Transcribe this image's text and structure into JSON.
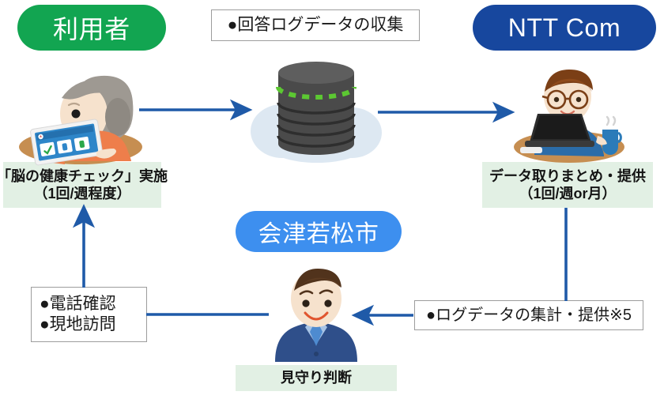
{
  "diagram": {
    "title_user": "利用者",
    "title_ntt": "NTT Com",
    "title_city": "会津若松市",
    "colors": {
      "user_badge": "#12A551",
      "ntt_badge": "#17479E",
      "city_badge": "#3D8FEF",
      "arrow": "#1F5AA8",
      "green_label_bg": "#E2F0E4",
      "database": "#4D4D4D",
      "database_ring": "#5CC832",
      "cloud": "#DDE8F2"
    },
    "boxes": {
      "collect": "●回答ログデータの収集",
      "contact_line1": "●電話確認",
      "contact_line2": "●現地訪問",
      "aggregate": "●ログデータの集計・提供※5"
    },
    "labels": {
      "check_main": "「脳の健康チェック」実施",
      "check_sub": "（1回/週程度）",
      "report_main": "データ取りまとめ・提供",
      "report_sub": "（1回/週or月）",
      "watch": "見守り判断"
    },
    "illustrations": {
      "elderly_user": "elderly-person-with-tablet-illustration",
      "database": "database-cylinder-in-cloud-illustration",
      "operator": "office-worker-with-laptop-illustration",
      "official": "city-official-person-illustration"
    },
    "connectors": [
      {
        "name": "user-to-database",
        "direction": "right"
      },
      {
        "name": "database-to-ntt",
        "direction": "right"
      },
      {
        "name": "ntt-to-aggregate-box",
        "direction": "none"
      },
      {
        "name": "aggregate-box-to-official",
        "direction": "left"
      },
      {
        "name": "official-to-contact-box",
        "direction": "none"
      },
      {
        "name": "contact-box-to-user",
        "direction": "up"
      }
    ]
  }
}
